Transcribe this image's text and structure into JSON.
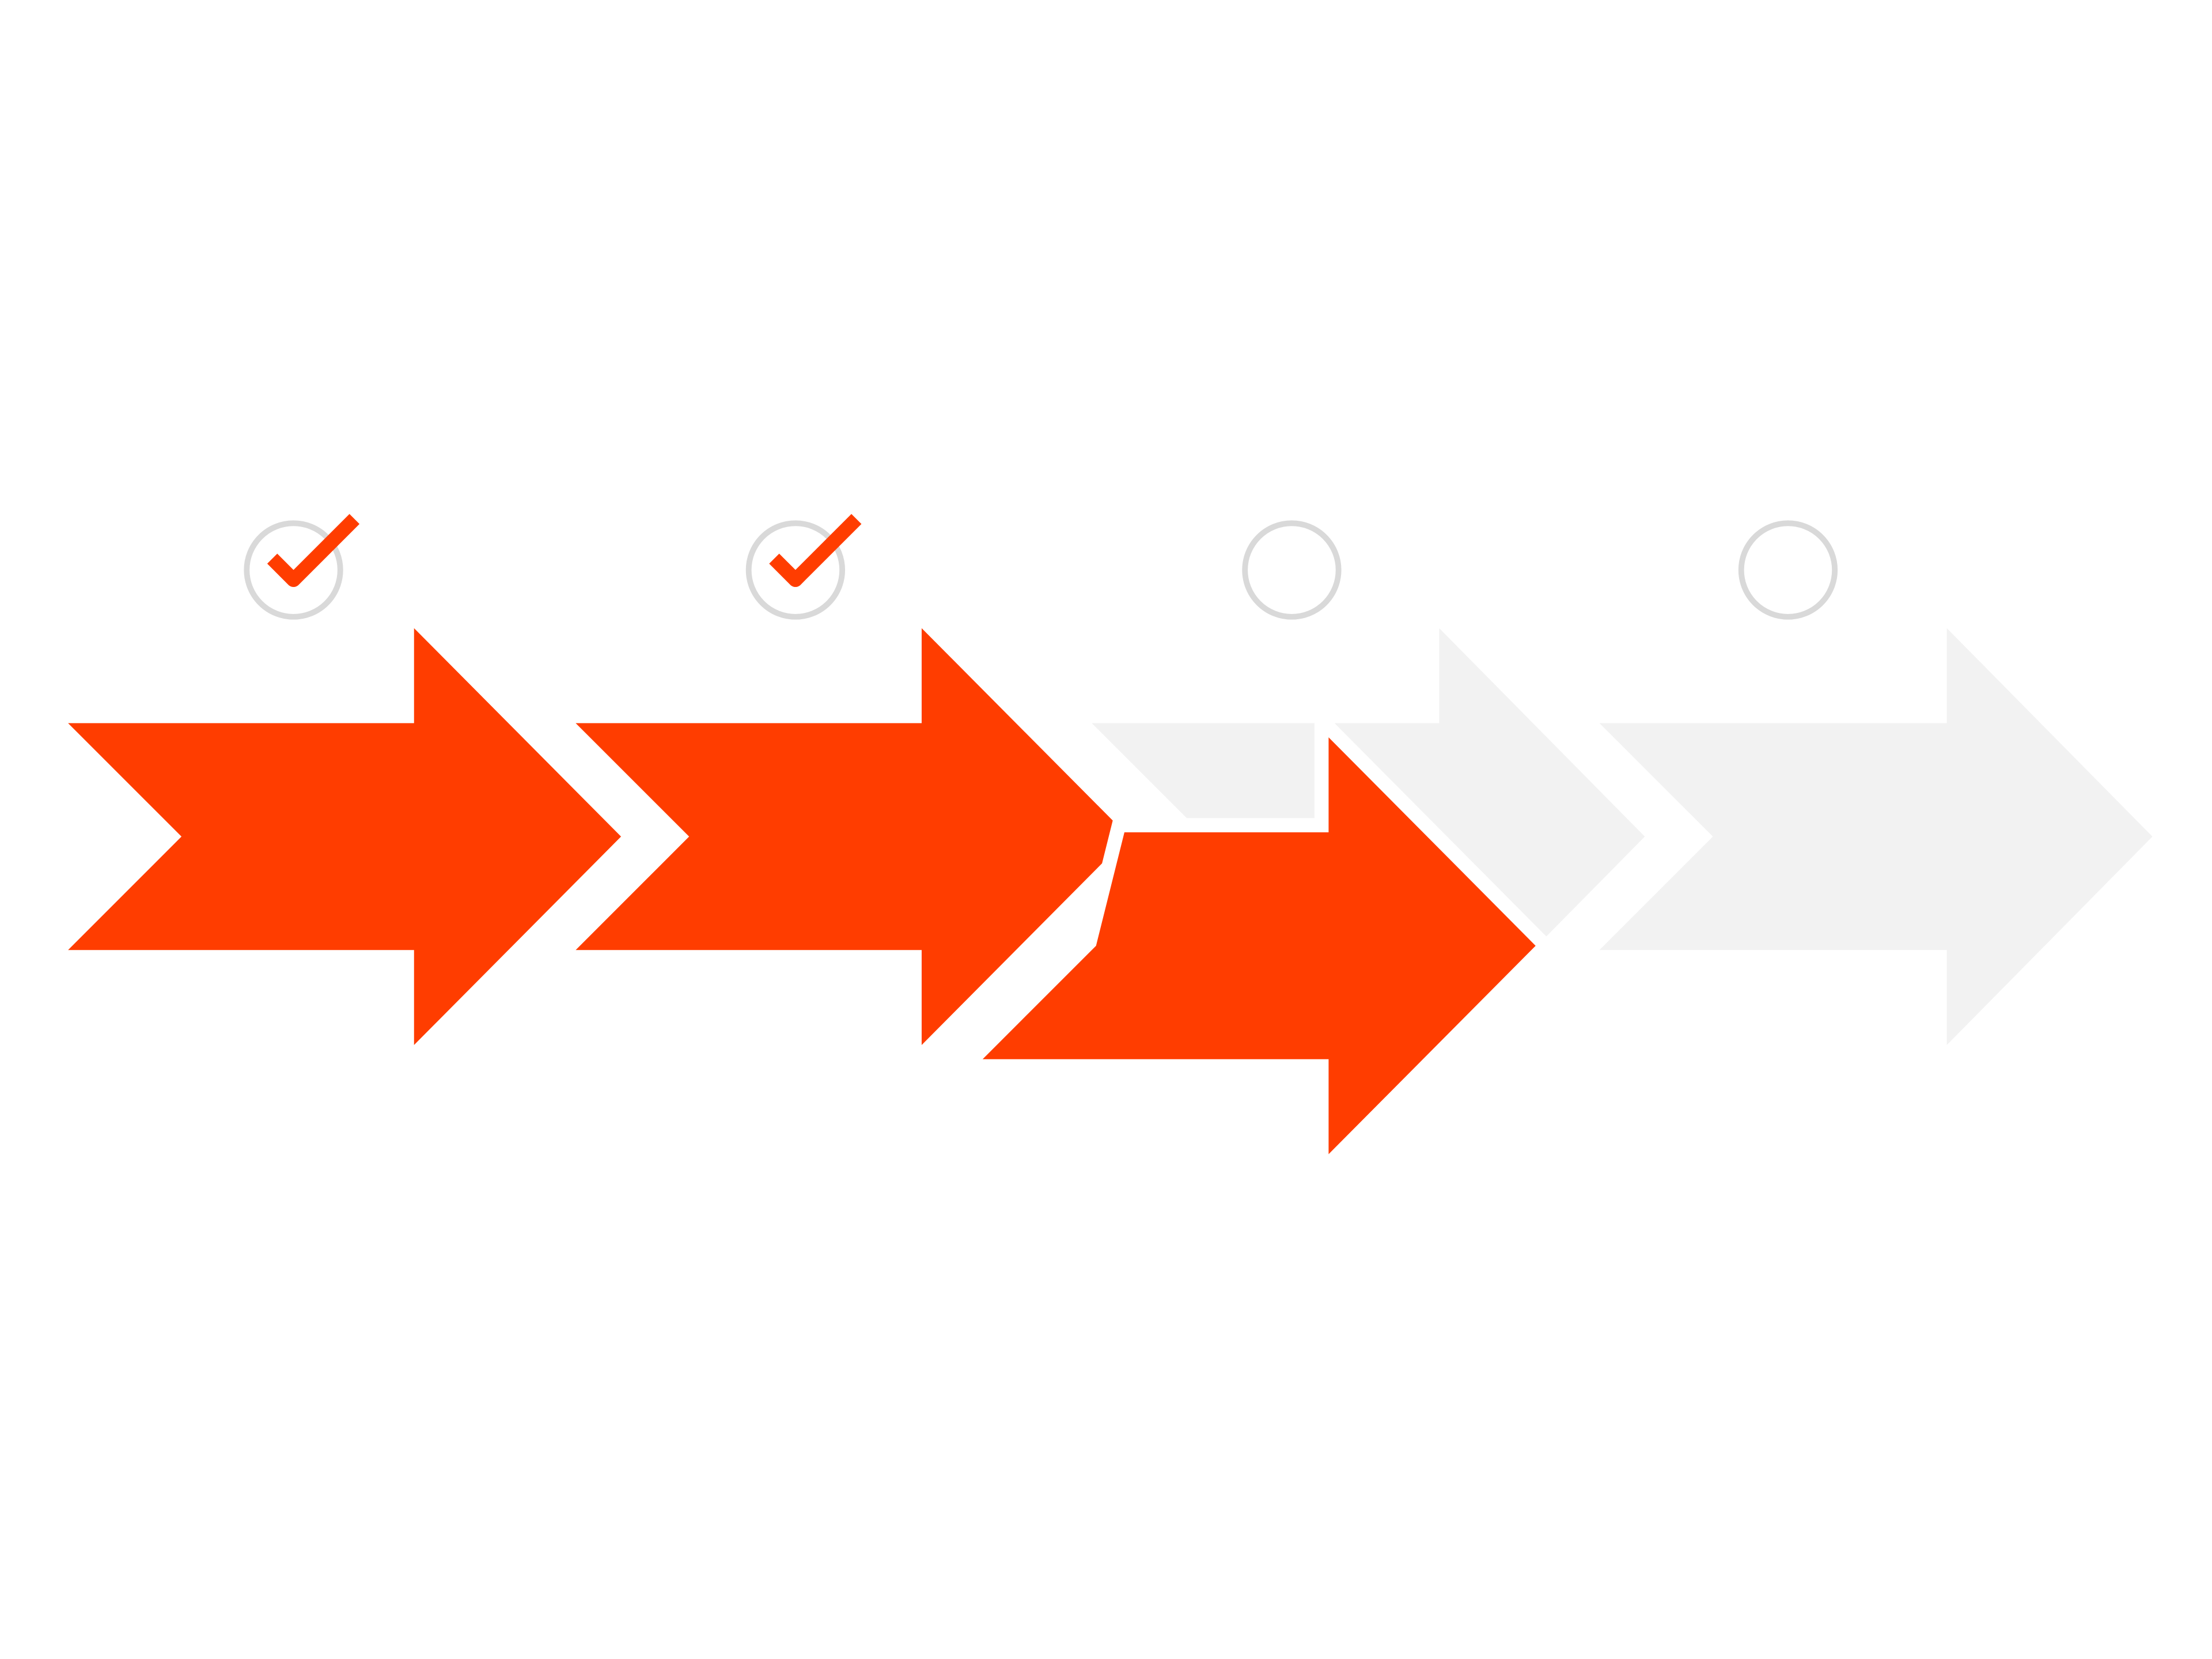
{
  "diagram": {
    "kind": "step-progress-arrows",
    "colors": {
      "accent": "#FF3D00",
      "inactive_fill": "#F2F2F2",
      "ring": "#D9D9D9",
      "check": "#FF3D00",
      "background": "#FFFFFF"
    },
    "steps": [
      {
        "state": "complete",
        "icon": "check-icon",
        "ring": "circle-outline-icon"
      },
      {
        "state": "complete",
        "icon": "check-icon",
        "ring": "circle-outline-icon"
      },
      {
        "state": "current",
        "icon": "none",
        "ring": "circle-outline-icon"
      },
      {
        "state": "pending",
        "icon": "none",
        "ring": "circle-outline-icon"
      }
    ]
  }
}
